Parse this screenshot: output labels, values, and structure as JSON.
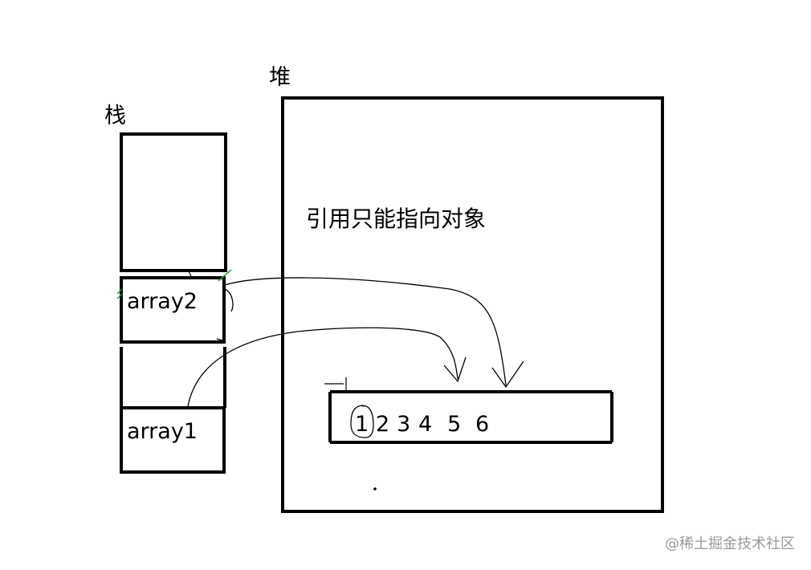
{
  "diagram": {
    "stack_label": "栈",
    "heap_label": "堆",
    "note": "引用只能指向对象",
    "stack_cells": {
      "array2": "array2",
      "array1": "array1"
    },
    "heap_array": {
      "elements": [
        "1",
        "2",
        "3",
        "4",
        "5",
        "6"
      ]
    }
  },
  "watermark": "@稀土掘金技术社区"
}
